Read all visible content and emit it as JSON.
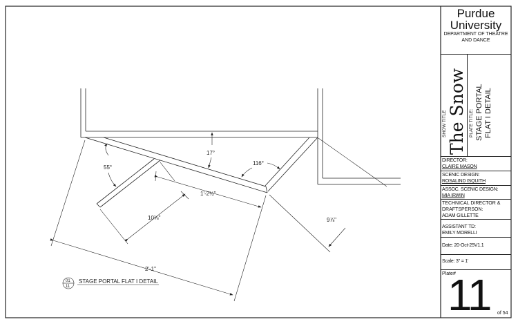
{
  "title_block": {
    "university": "Purdue University",
    "department": "DEPARTMENT OF THEATRE AND DANCE",
    "show_title_label": "SHOW TITLE",
    "show_title": "The Snow",
    "plate_title_label": "PLATE TITLE:",
    "plate_title_line1": "STAGE PORTAL",
    "plate_title_line2": "FLAT I DETAIL",
    "director_label": "DIRECTOR:",
    "director": "CLAIRE MASON",
    "scenic_label": "SCENIC DESIGN:",
    "scenic": "ROSALIND ISQUITH",
    "assoc_label": "ASSOC. SCENIC DESIGN:",
    "assoc": "MIA IRWIN",
    "td_label": "TECHNICAL DIRECTOR & DRAFTSPERSON:",
    "td": "ADAM GILLETTE",
    "atd_label": "ASSISTANT TD:",
    "atd": "EMILY MORELLI",
    "date": "Date:  20-Oct-25V1.1",
    "scale": "Scale:  3\" = 1'",
    "plate_label": "Plate#",
    "plate_number": "11",
    "plate_total": "of 54"
  },
  "drawing": {
    "dim_overall": "2'-1\"",
    "dim_span": "1'-2½\"",
    "dim_left_brace": "10⅛\"",
    "dim_right": "9⅞\"",
    "angle_top": "17°",
    "angle_left": "55°",
    "angle_right": "116°",
    "detail_num": "01",
    "detail_sheet": "11",
    "detail_title": "STAGE PORTAL FLAT I DETAIL"
  }
}
